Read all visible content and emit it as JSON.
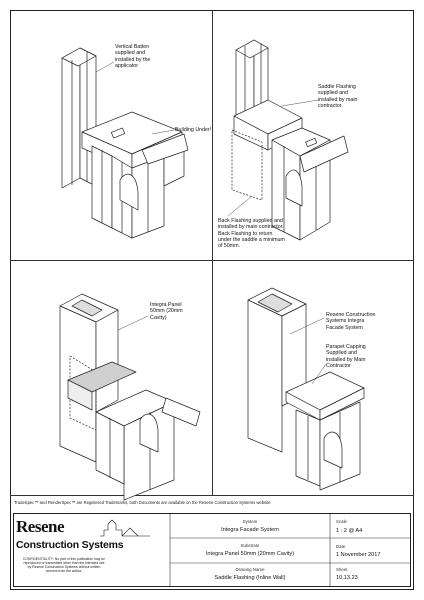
{
  "labels": {
    "vertical_batten": "Vertical Batten\nsupplied and\ninstalled by the\napplicator",
    "building_underlay": "Building Under!",
    "saddle_flashing": "Saddle Flashing\nsupplied and\ninstalled by main\ncontractor",
    "back_flashing": "Back Flashing supplied and\ninstalled by main contractor.\nBack Flashing to return\nunder the saddle a minimum\nof 50mm.",
    "integra_panel": "Integra Panel\n50mm (20mm\nCavity)",
    "resene_facade": "Resene Construction\nSystems Integra\nFacade System",
    "parapet_capping": "Parapet Capping\nSupplied and\ninstalled by Main\nContractor"
  },
  "footer_note": "TradeSpec™ and RenderSpec™ are Registered Trademarks, both Documents are available on the Resene Construction Systems website",
  "title_block": {
    "brand_name": "Resene",
    "brand_sub": "Construction Systems",
    "confidentiality": "CONFIDENTIALITY: No part of this publication may be reproduced or transmitted other than the intended use by Resene Construction Systems without written consent from the author.",
    "system_caption": "System",
    "system_value": "Integra Facade System",
    "substrate_caption": "Substrate",
    "substrate_value": "Integra Panel 50mm (20mm Cavity)",
    "drawing_caption": "Drawing Name",
    "drawing_value": "Saddle Flashing (Inline Wall)",
    "scale_caption": "Scale",
    "scale_value": "1 : 2 @ A4",
    "date_caption": "Date",
    "date_value": "1 November 2017",
    "sheet_caption": "Sheet",
    "sheet_value": "10.13.23"
  }
}
